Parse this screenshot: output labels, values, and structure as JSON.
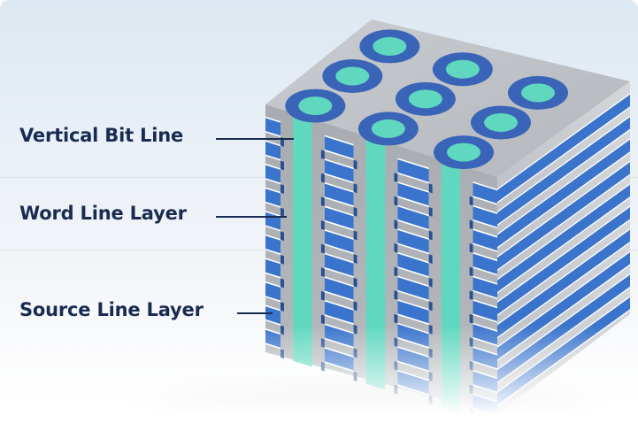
{
  "labels": {
    "vertical_bit_line": "Vertical Bit Line",
    "word_line_layer": "Word Line Layer",
    "source_line_layer": "Source Line Layer"
  },
  "colors": {
    "label_text": "#1a2b52",
    "word_line_blue": "#3a74cc",
    "bit_line_teal": "#5fd8bf",
    "ring_blue": "#3a64b8",
    "layer_gray": "#b5b9bd"
  }
}
